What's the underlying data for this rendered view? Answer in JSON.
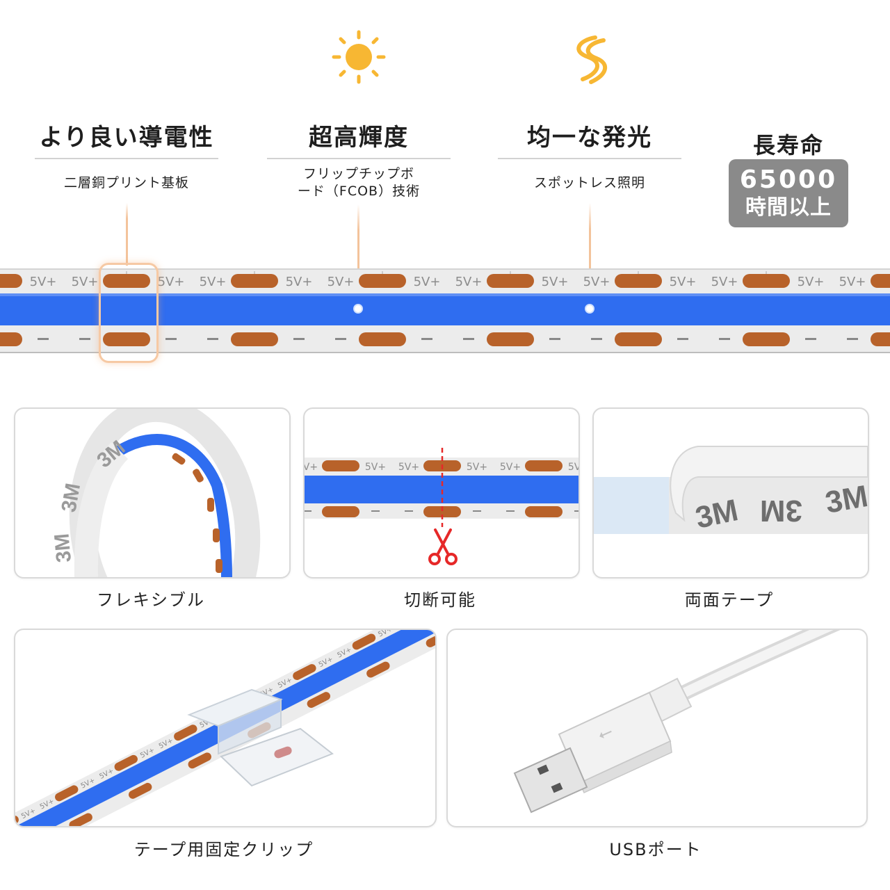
{
  "features": [
    {
      "title": "より良い導電性",
      "subtitle": "二層銅プリント基板"
    },
    {
      "title": "超高輝度",
      "subtitle_line1": "フリップチップボ",
      "subtitle_line2": "ード（FCOB）技術"
    },
    {
      "title": "均一な発光",
      "subtitle": "スポットレス照明"
    }
  ],
  "lifespan": {
    "title": "長寿命",
    "value": "65000",
    "unit": "時間以上"
  },
  "strip": {
    "label": "5V+"
  },
  "cards": [
    {
      "caption": "フレキシブル",
      "brand": "3M"
    },
    {
      "caption": "切断可能"
    },
    {
      "caption": "両面テープ",
      "brand": "3M"
    },
    {
      "caption": "テープ用固定クリップ"
    },
    {
      "caption": "USBポート"
    }
  ],
  "colors": {
    "led_copper": "#b8622a",
    "strip_blue": "#2f6df0",
    "sun_yellow": "#f7b733",
    "badge_gray": "#8a8a8a",
    "scissors_red": "#e62828"
  }
}
